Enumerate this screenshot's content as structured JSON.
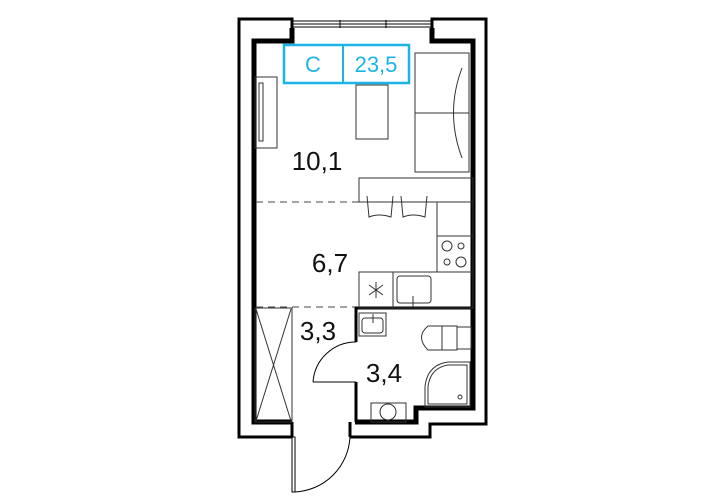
{
  "plan": {
    "unit_type": "С",
    "total_area": "23,5",
    "accent_color": "#1cb4e8",
    "rooms": [
      {
        "name": "living",
        "area": "10,1"
      },
      {
        "name": "kitchen",
        "area": "6,7"
      },
      {
        "name": "hall",
        "area": "3,3"
      },
      {
        "name": "bathroom",
        "area": "3,4"
      }
    ]
  }
}
